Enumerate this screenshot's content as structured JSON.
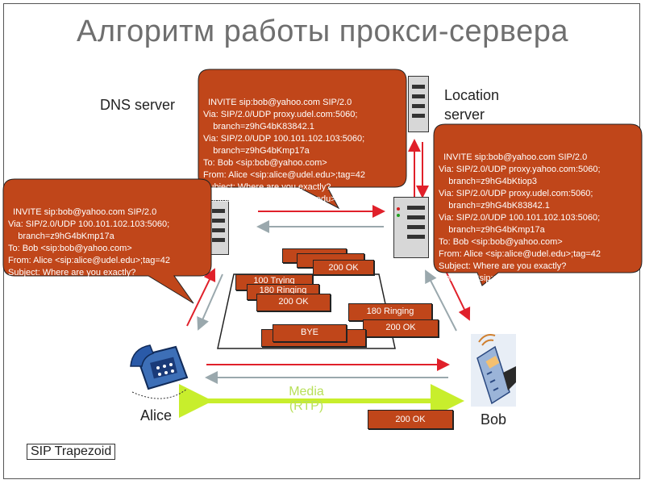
{
  "title": "Алгоритм работы прокси-сервера",
  "labels": {
    "dns_server": "DNS server",
    "location_server_1": "Location",
    "location_server_2": "server",
    "alice": "Alice",
    "bob": "Bob",
    "media_1": "Media",
    "media_2": "(RTP)",
    "trapezoid": "SIP Trapezoid"
  },
  "messages": {
    "invite_left": "INVITE sip:bob@yahoo.com SIP/2.0\nVia: SIP/2.0/UDP 100.101.102.103:5060;\n    branch=z9hG4bKmp17a\nTo: Bob <sip:bob@yahoo.com>\nFrom: Alice <sip:alice@udel.edu>;tag=42\nSubject: Where are you exactly?\nContact: <sip:alice@pc.udel.edu>",
    "invite_center": "INVITE sip:bob@yahoo.com SIP/2.0\nVia: SIP/2.0/UDP proxy.udel.com:5060;\n    branch=z9hG4bK83842.1\nVia: SIP/2.0/UDP 100.101.102.103:5060;\n    branch=z9hG4bKmp17a\nTo: Bob <sip:bob@yahoo.com>\nFrom: Alice <sip:alice@udel.edu>;tag=42\nSubject: Where are you exactly?\nContact: <sip:alice@pc.udel.edu>",
    "invite_right": "INVITE sip:bob@yahoo.com SIP/2.0\nVia: SIP/2.0/UDP proxy.yahoo.com:5060;\n    branch=z9hG4bKtiop3\nVia: SIP/2.0/UDP proxy.udel.com:5060;\n    branch=z9hG4bK83842.1\nVia: SIP/2.0/UDP 100.101.102.103:5060;\n    branch=z9hG4bKmp17a\nTo: Bob <sip:bob@yahoo.com>\nFrom: Alice <sip:alice@udel.edu>;tag=42\nSubject: Where are you exactly?\nContact: <sip:alice@pc.udel.edu>"
  },
  "pills": {
    "ok_top": "200 OK",
    "trying": "100 Trying",
    "ringing": "180 Ringing",
    "ok_mid": "200 OK",
    "ringing_right": "180 Ringing",
    "ok_right": "200 OK",
    "bye": "BYE",
    "ok_bottom": "200 OK"
  },
  "colors": {
    "bubble": "#c0461a",
    "arrow_red": "#e0202a",
    "arrow_gray": "#9aa8ad",
    "media": "#c8ee2c"
  },
  "icons": {
    "alice": "telephone-icon",
    "bob": "cellphone-icon",
    "servers": "server-tower-icon"
  }
}
